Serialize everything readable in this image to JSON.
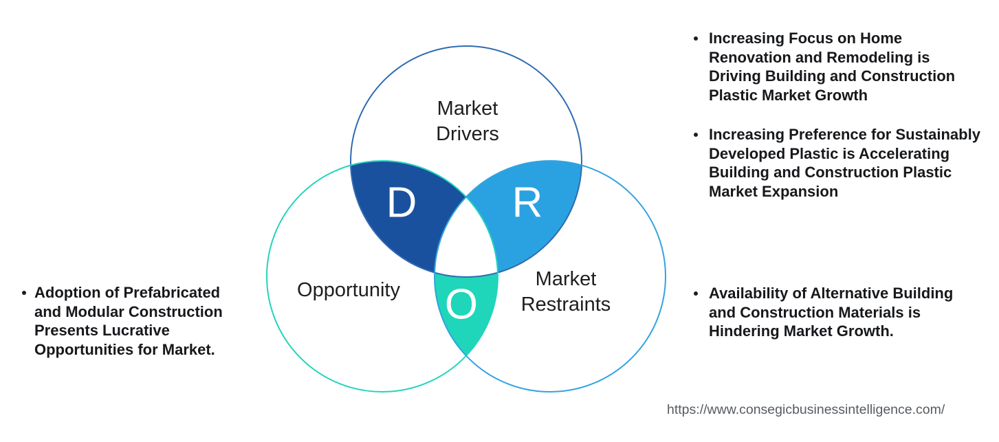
{
  "venn": {
    "circles": {
      "drivers": {
        "label": "Market Drivers",
        "stroke": "#2f6ab2"
      },
      "opportunity": {
        "label": "Opportunity",
        "stroke": "#23d4bb"
      },
      "restraints": {
        "label": "Market Restraints",
        "stroke": "#31a3e0"
      }
    },
    "regions": {
      "d": {
        "letter": "D",
        "fill": "#1a519e"
      },
      "r": {
        "letter": "R",
        "fill": "#2aa2e1"
      },
      "o": {
        "letter": "O",
        "fill": "#1fd6ba"
      },
      "center": {
        "fill": "#ffffff"
      }
    }
  },
  "bullets": {
    "left": {
      "items": [
        "Adoption of Prefabricated and Modular Construction Presents Lucrative Opportunities for Market."
      ]
    },
    "right_top": {
      "items": [
        "Increasing Focus on Home Renovation and Remodeling is Driving Building and Construction Plastic Market Growth",
        "Increasing Preference for Sustainably Developed Plastic is Accelerating Building and Construction Plastic Market Expansion"
      ]
    },
    "right_bottom": {
      "items": [
        "Availability of Alternative Building and Construction Materials is Hindering Market Growth."
      ]
    }
  },
  "footer": {
    "url": "https://www.consegicbusinessintelligence.com/"
  }
}
